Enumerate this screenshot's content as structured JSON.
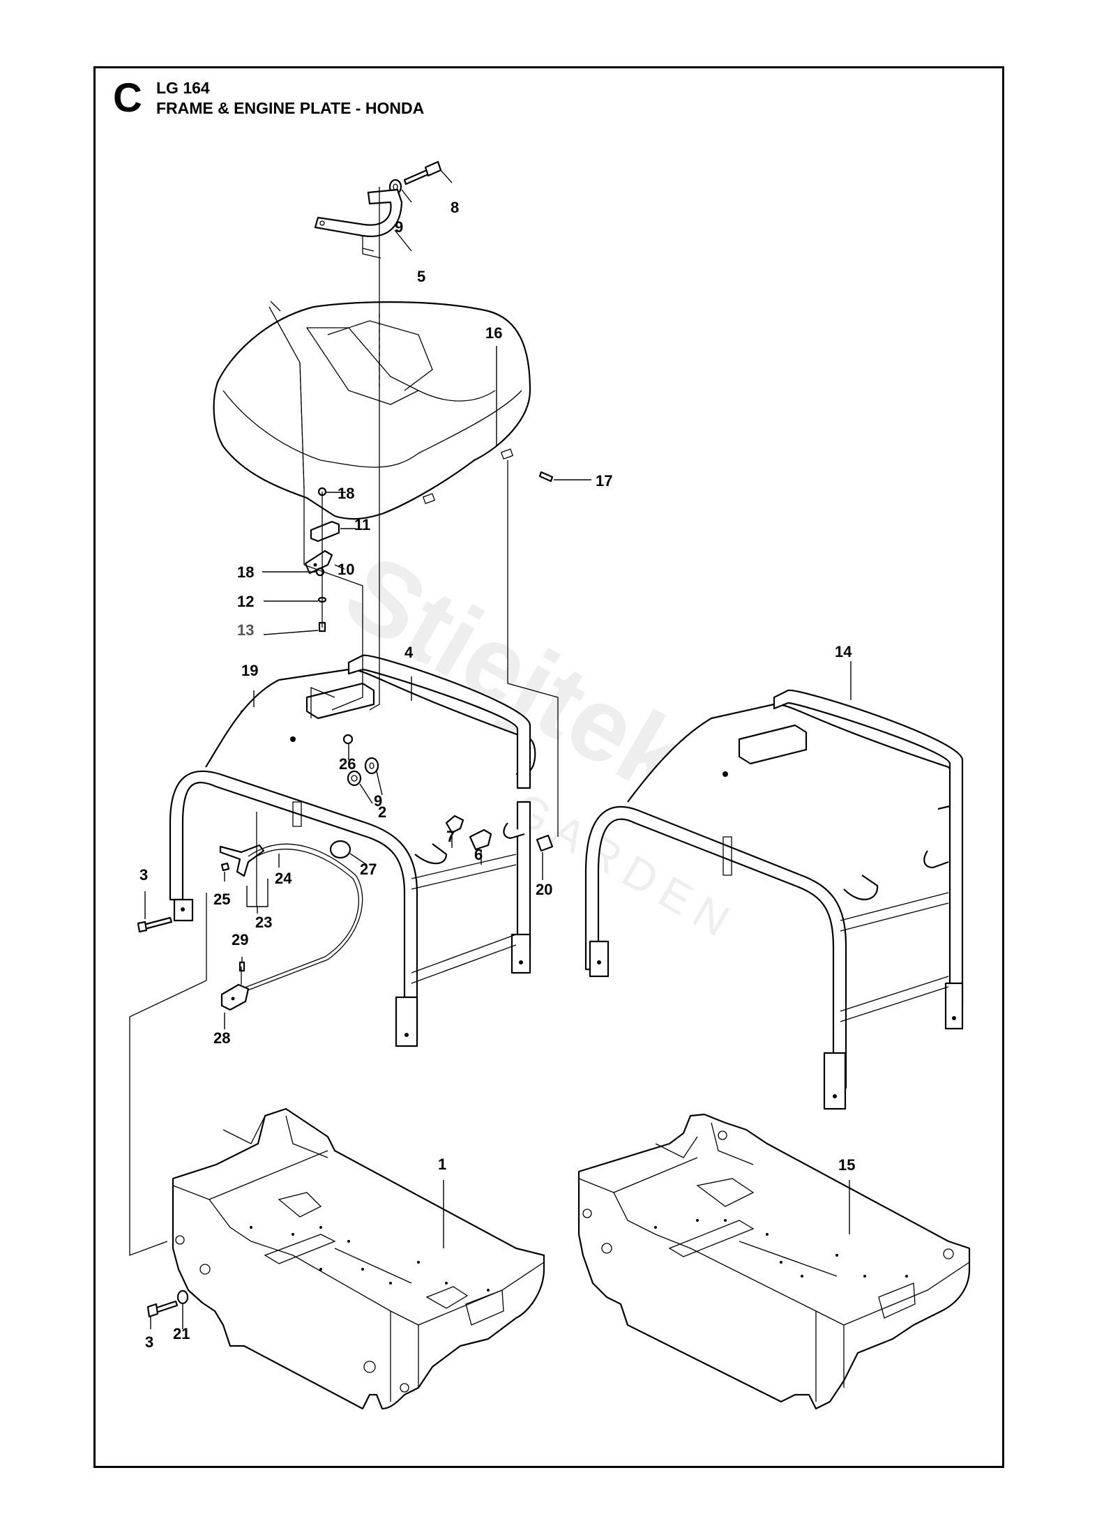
{
  "section": {
    "letter": "C",
    "model": "LG 164",
    "title": "FRAME & ENGINE PLATE - HONDA"
  },
  "watermark": {
    "brand": "Stiejtek",
    "sub": "GARDEN"
  },
  "callouts": [
    {
      "id": "c8",
      "text": "8"
    },
    {
      "id": "c9a",
      "text": "9"
    },
    {
      "id": "c5",
      "text": "5"
    },
    {
      "id": "c16",
      "text": "16"
    },
    {
      "id": "c17",
      "text": "17"
    },
    {
      "id": "c18a",
      "text": "18"
    },
    {
      "id": "c11",
      "text": "11"
    },
    {
      "id": "c18b",
      "text": "18"
    },
    {
      "id": "c10",
      "text": "10"
    },
    {
      "id": "c12",
      "text": "12"
    },
    {
      "id": "c13",
      "text": "13"
    },
    {
      "id": "c4",
      "text": "4"
    },
    {
      "id": "c14",
      "text": "14"
    },
    {
      "id": "c19",
      "text": "19"
    },
    {
      "id": "c26",
      "text": "26"
    },
    {
      "id": "c9b",
      "text": "9"
    },
    {
      "id": "c2",
      "text": "2"
    },
    {
      "id": "c7",
      "text": "7"
    },
    {
      "id": "c6",
      "text": "6"
    },
    {
      "id": "c20",
      "text": "20"
    },
    {
      "id": "c3a",
      "text": "3"
    },
    {
      "id": "c25",
      "text": "25"
    },
    {
      "id": "c24",
      "text": "24"
    },
    {
      "id": "c27",
      "text": "27"
    },
    {
      "id": "c23",
      "text": "23"
    },
    {
      "id": "c29",
      "text": "29"
    },
    {
      "id": "c28",
      "text": "28"
    },
    {
      "id": "c1",
      "text": "1"
    },
    {
      "id": "c15",
      "text": "15"
    },
    {
      "id": "c3b",
      "text": "3"
    },
    {
      "id": "c21",
      "text": "21"
    }
  ]
}
